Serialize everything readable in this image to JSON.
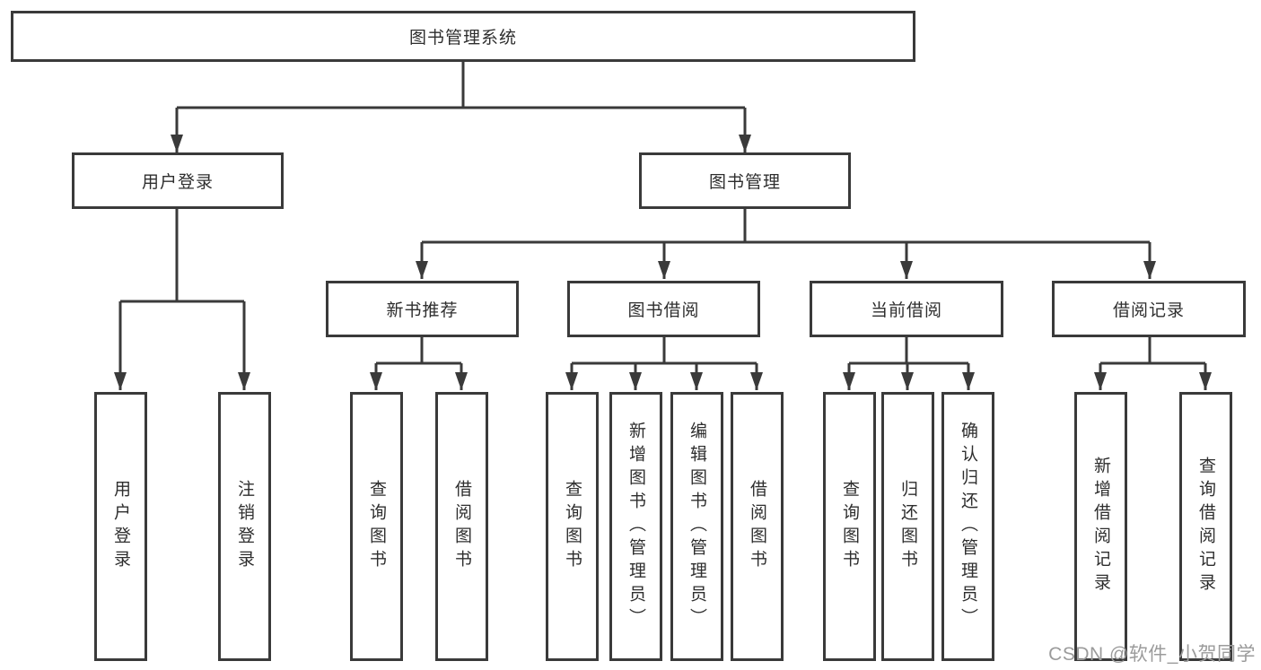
{
  "palette": {
    "background": "#ffffff",
    "box_border": "#3a3a3a",
    "connector_line": "#3a3a3a",
    "text": "#2e2e2e",
    "watermark_text_color": "#9b9b9b"
  },
  "watermark": {
    "text": "CSDN @软件_小贺同学"
  },
  "tree": {
    "root": {
      "label": "图书管理系统"
    },
    "branches": [
      {
        "label": "用户登录",
        "leaves": [
          {
            "label": "用户登录"
          },
          {
            "label": "注销登录"
          }
        ]
      },
      {
        "label": "图书管理",
        "groups": [
          {
            "label": "新书推荐",
            "leaves": [
              {
                "label": "查询图书"
              },
              {
                "label": "借阅图书"
              }
            ]
          },
          {
            "label": "图书借阅",
            "leaves": [
              {
                "label": "查询图书"
              },
              {
                "label": "新增图书（管理员）"
              },
              {
                "label": "编辑图书（管理员）"
              },
              {
                "label": "借阅图书"
              }
            ]
          },
          {
            "label": "当前借阅",
            "leaves": [
              {
                "label": "查询图书"
              },
              {
                "label": "归还图书"
              },
              {
                "label": "确认归还（管理员）"
              }
            ]
          },
          {
            "label": "借阅记录",
            "leaves": [
              {
                "label": "新增借阅记录"
              },
              {
                "label": "查询借阅记录"
              }
            ]
          }
        ]
      }
    ]
  }
}
